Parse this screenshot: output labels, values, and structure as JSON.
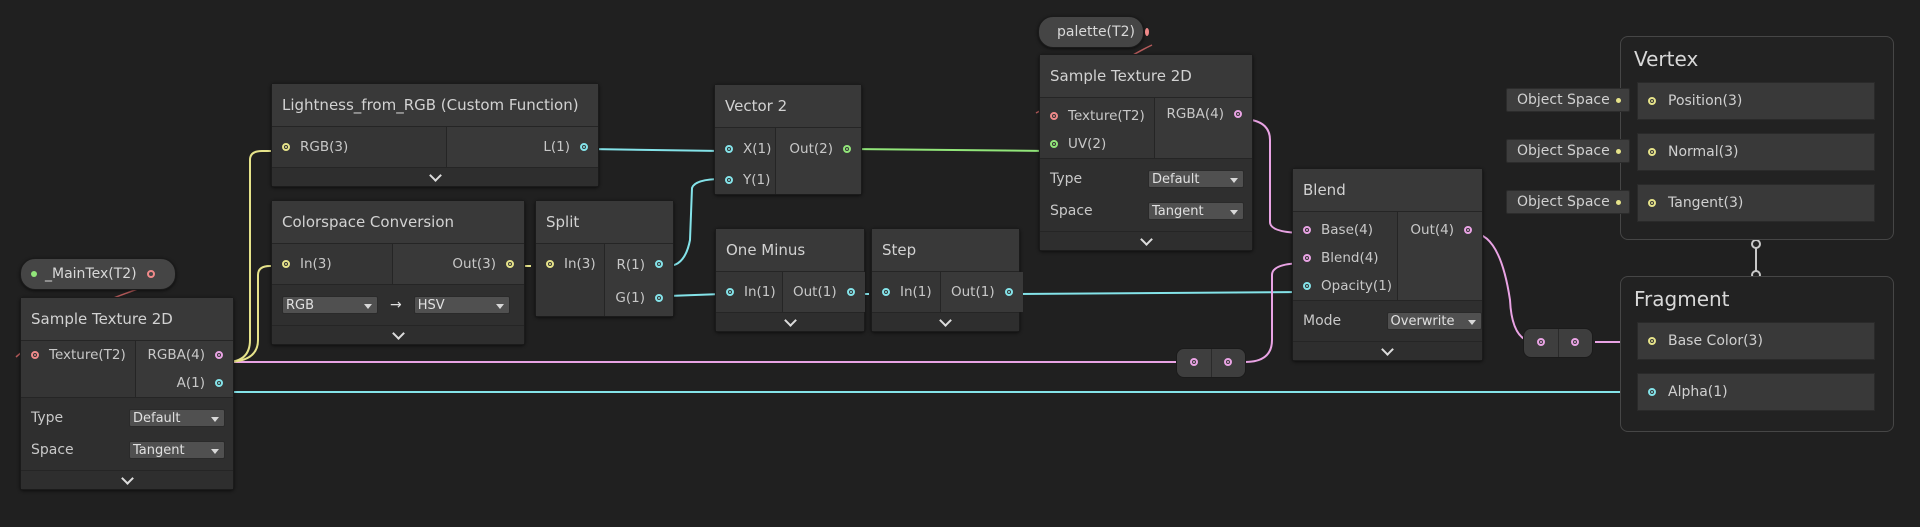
{
  "nodes": {
    "main_tex": {
      "label": "_MainTex(T2)"
    },
    "palette": {
      "label": "palette(T2)"
    },
    "sample1": {
      "title": "Sample Texture 2D",
      "input": "Texture(T2)",
      "outputs": [
        "RGBA(4)",
        "A(1)"
      ],
      "type_label": "Type",
      "type_value": "Default",
      "space_label": "Space",
      "space_value": "Tangent"
    },
    "lightness": {
      "title": "Lightness_from_RGB (Custom Function)",
      "input": "RGB(3)",
      "output": "L(1)"
    },
    "colorspace": {
      "title": "Colorspace Conversion",
      "input": "In(3)",
      "output": "Out(3)",
      "from": "RGB",
      "arrow": "→",
      "to": "HSV"
    },
    "split": {
      "title": "Split",
      "input": "In(3)",
      "outputs": [
        "R(1)",
        "G(1)"
      ]
    },
    "vector2": {
      "title": "Vector 2",
      "inputs": [
        "X(1)",
        "Y(1)"
      ],
      "output": "Out(2)"
    },
    "one_minus": {
      "title": "One Minus",
      "input": "In(1)",
      "output": "Out(1)"
    },
    "step": {
      "title": "Step",
      "input": "In(1)",
      "output": "Out(1)"
    },
    "sample2": {
      "title": "Sample Texture 2D",
      "inputs": [
        "Texture(T2)",
        "UV(2)"
      ],
      "output": "RGBA(4)",
      "type_label": "Type",
      "type_value": "Default",
      "space_label": "Space",
      "space_value": "Tangent"
    },
    "blend": {
      "title": "Blend",
      "inputs": [
        "Base(4)",
        "Blend(4)",
        "Opacity(1)"
      ],
      "output": "Out(4)",
      "mode_label": "Mode",
      "mode_value": "Overwrite"
    }
  },
  "vertex": {
    "title": "Vertex",
    "blocks": [
      {
        "space": "Object Space",
        "label": "Position(3)"
      },
      {
        "space": "Object Space",
        "label": "Normal(3)"
      },
      {
        "space": "Object Space",
        "label": "Tangent(3)"
      }
    ]
  },
  "fragment": {
    "title": "Fragment",
    "blocks": [
      {
        "label": "Base Color(3)"
      },
      {
        "label": "Alpha(1)"
      }
    ]
  },
  "colors": {
    "vector1": "#84e3e9",
    "vector2": "#92e67a",
    "vector3": "#e6e38a",
    "vector4": "#e9a3e4",
    "texture": "#f08a8a",
    "background": "#202020"
  }
}
